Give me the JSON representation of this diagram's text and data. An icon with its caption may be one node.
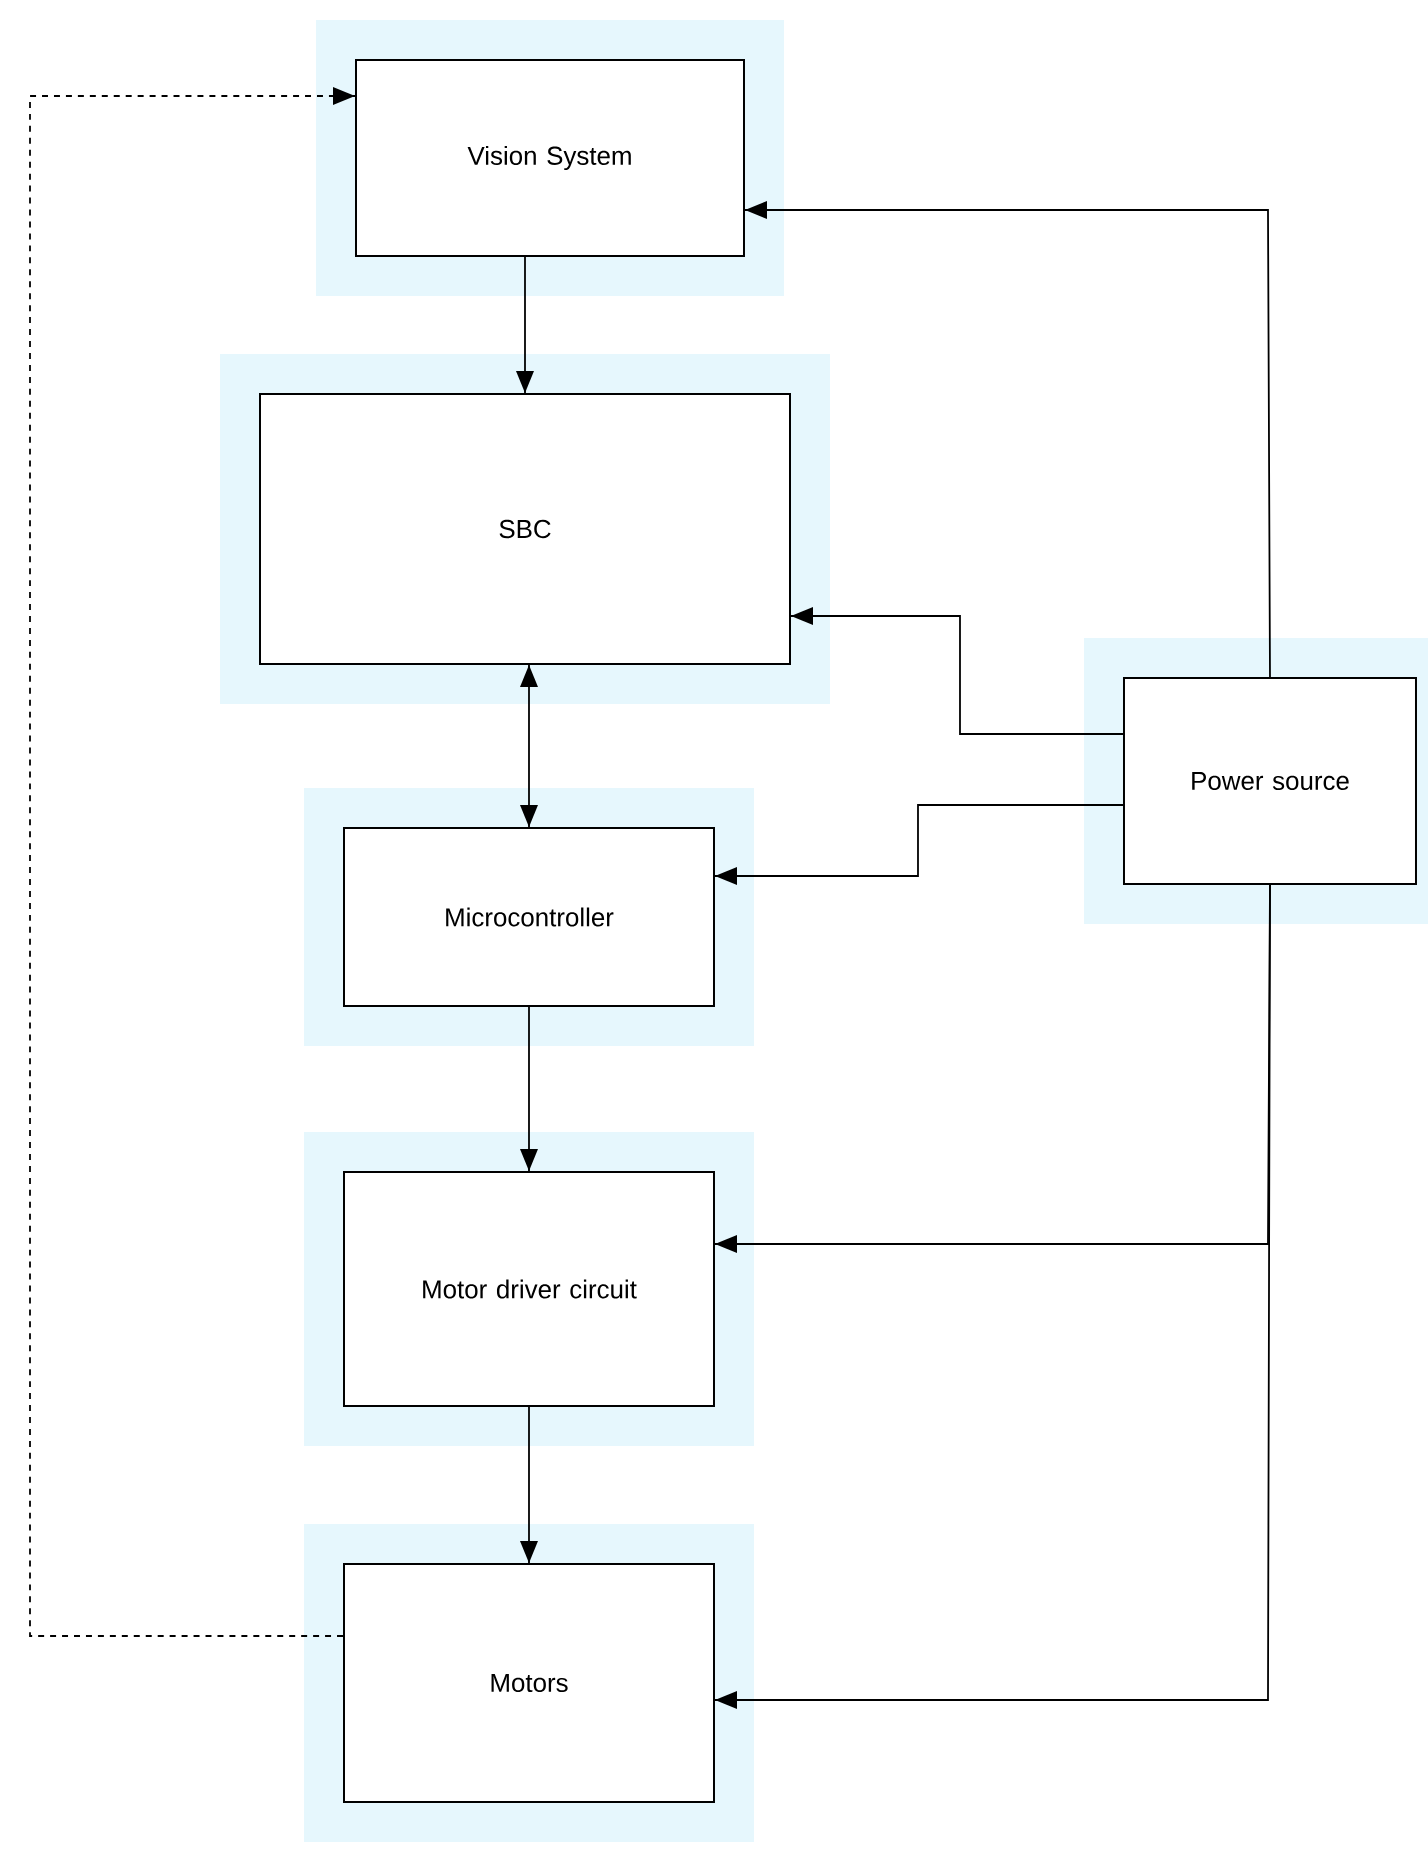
{
  "diagram": {
    "nodes": [
      {
        "text": [
          "Vision System"
        ]
      },
      {
        "text": [
          "SBC"
        ]
      },
      {
        "text": [
          "Microcontroller"
        ]
      },
      {
        "text": [
          "Motor driver circuit"
        ]
      },
      {
        "text": [
          "Motors"
        ]
      },
      {
        "text": [
          "Power source"
        ]
      }
    ],
    "edges": [
      {
        "from": 0,
        "to": 1,
        "arrow": "to"
      },
      {
        "from": 1,
        "to": 2,
        "arrow": "both"
      },
      {
        "from": 2,
        "to": 3,
        "arrow": "to"
      },
      {
        "from": 3,
        "to": 4,
        "arrow": "to"
      },
      {
        "from": 4,
        "to": 0,
        "arrow": "to",
        "style": "dashed"
      },
      {
        "from": 5,
        "to": 0,
        "arrow": "to"
      },
      {
        "from": 5,
        "to": 1,
        "arrow": "to"
      },
      {
        "from": 5,
        "to": 2,
        "arrow": "to"
      },
      {
        "from": 5,
        "to": 3,
        "arrow": "to"
      },
      {
        "from": 5,
        "to": 4,
        "arrow": "to"
      }
    ]
  }
}
